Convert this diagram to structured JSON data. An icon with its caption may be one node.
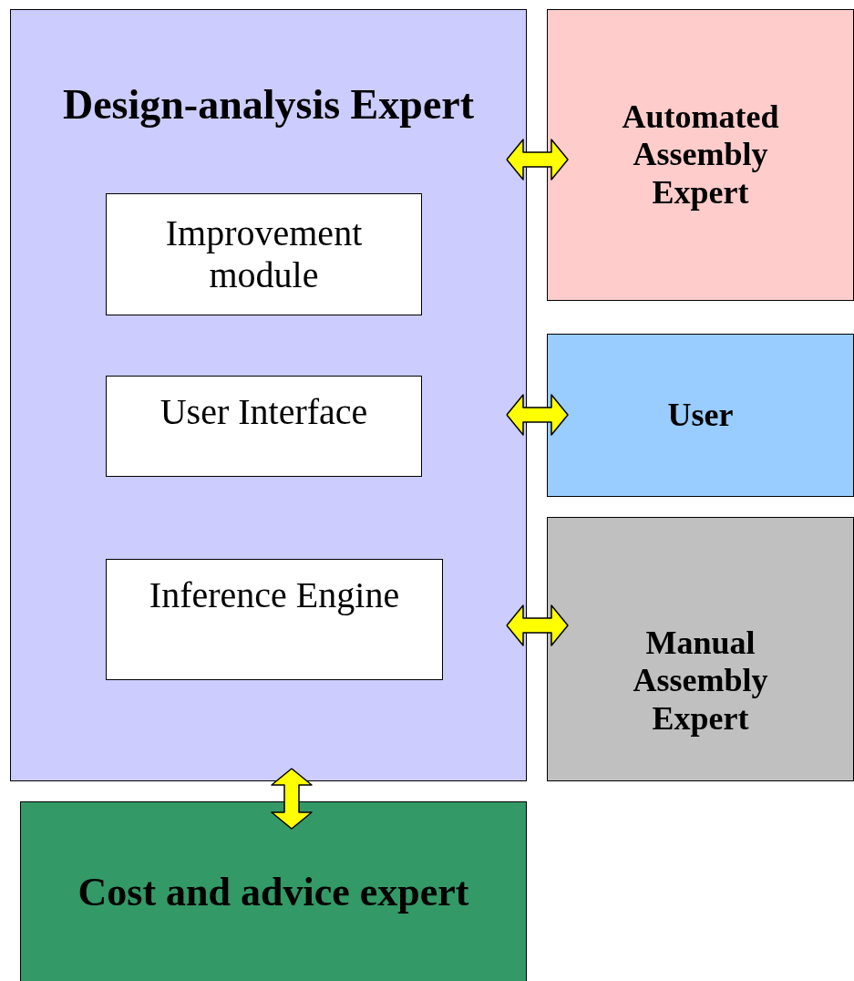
{
  "diagram": {
    "nodes": [
      {
        "text": [
          "Design-analysis Expert"
        ]
      },
      {
        "text": [
          "Improvement module"
        ],
        "in": 0
      },
      {
        "text": [
          "User Interface"
        ],
        "in": 0
      },
      {
        "text": [
          "Inference Engine"
        ],
        "in": 0
      },
      {
        "text": [
          "Automated Assembly Expert"
        ]
      },
      {
        "text": [
          "User"
        ]
      },
      {
        "text": [
          "Manual Assembly Expert"
        ]
      },
      {
        "text": [
          "Cost and advice expert"
        ]
      }
    ],
    "edges": [
      {
        "from": 0,
        "to": 4,
        "arrow": "both"
      },
      {
        "from": 0,
        "to": 5,
        "arrow": "both"
      },
      {
        "from": 0,
        "to": 6,
        "arrow": "both"
      },
      {
        "from": 0,
        "to": 7,
        "arrow": "both"
      }
    ]
  }
}
